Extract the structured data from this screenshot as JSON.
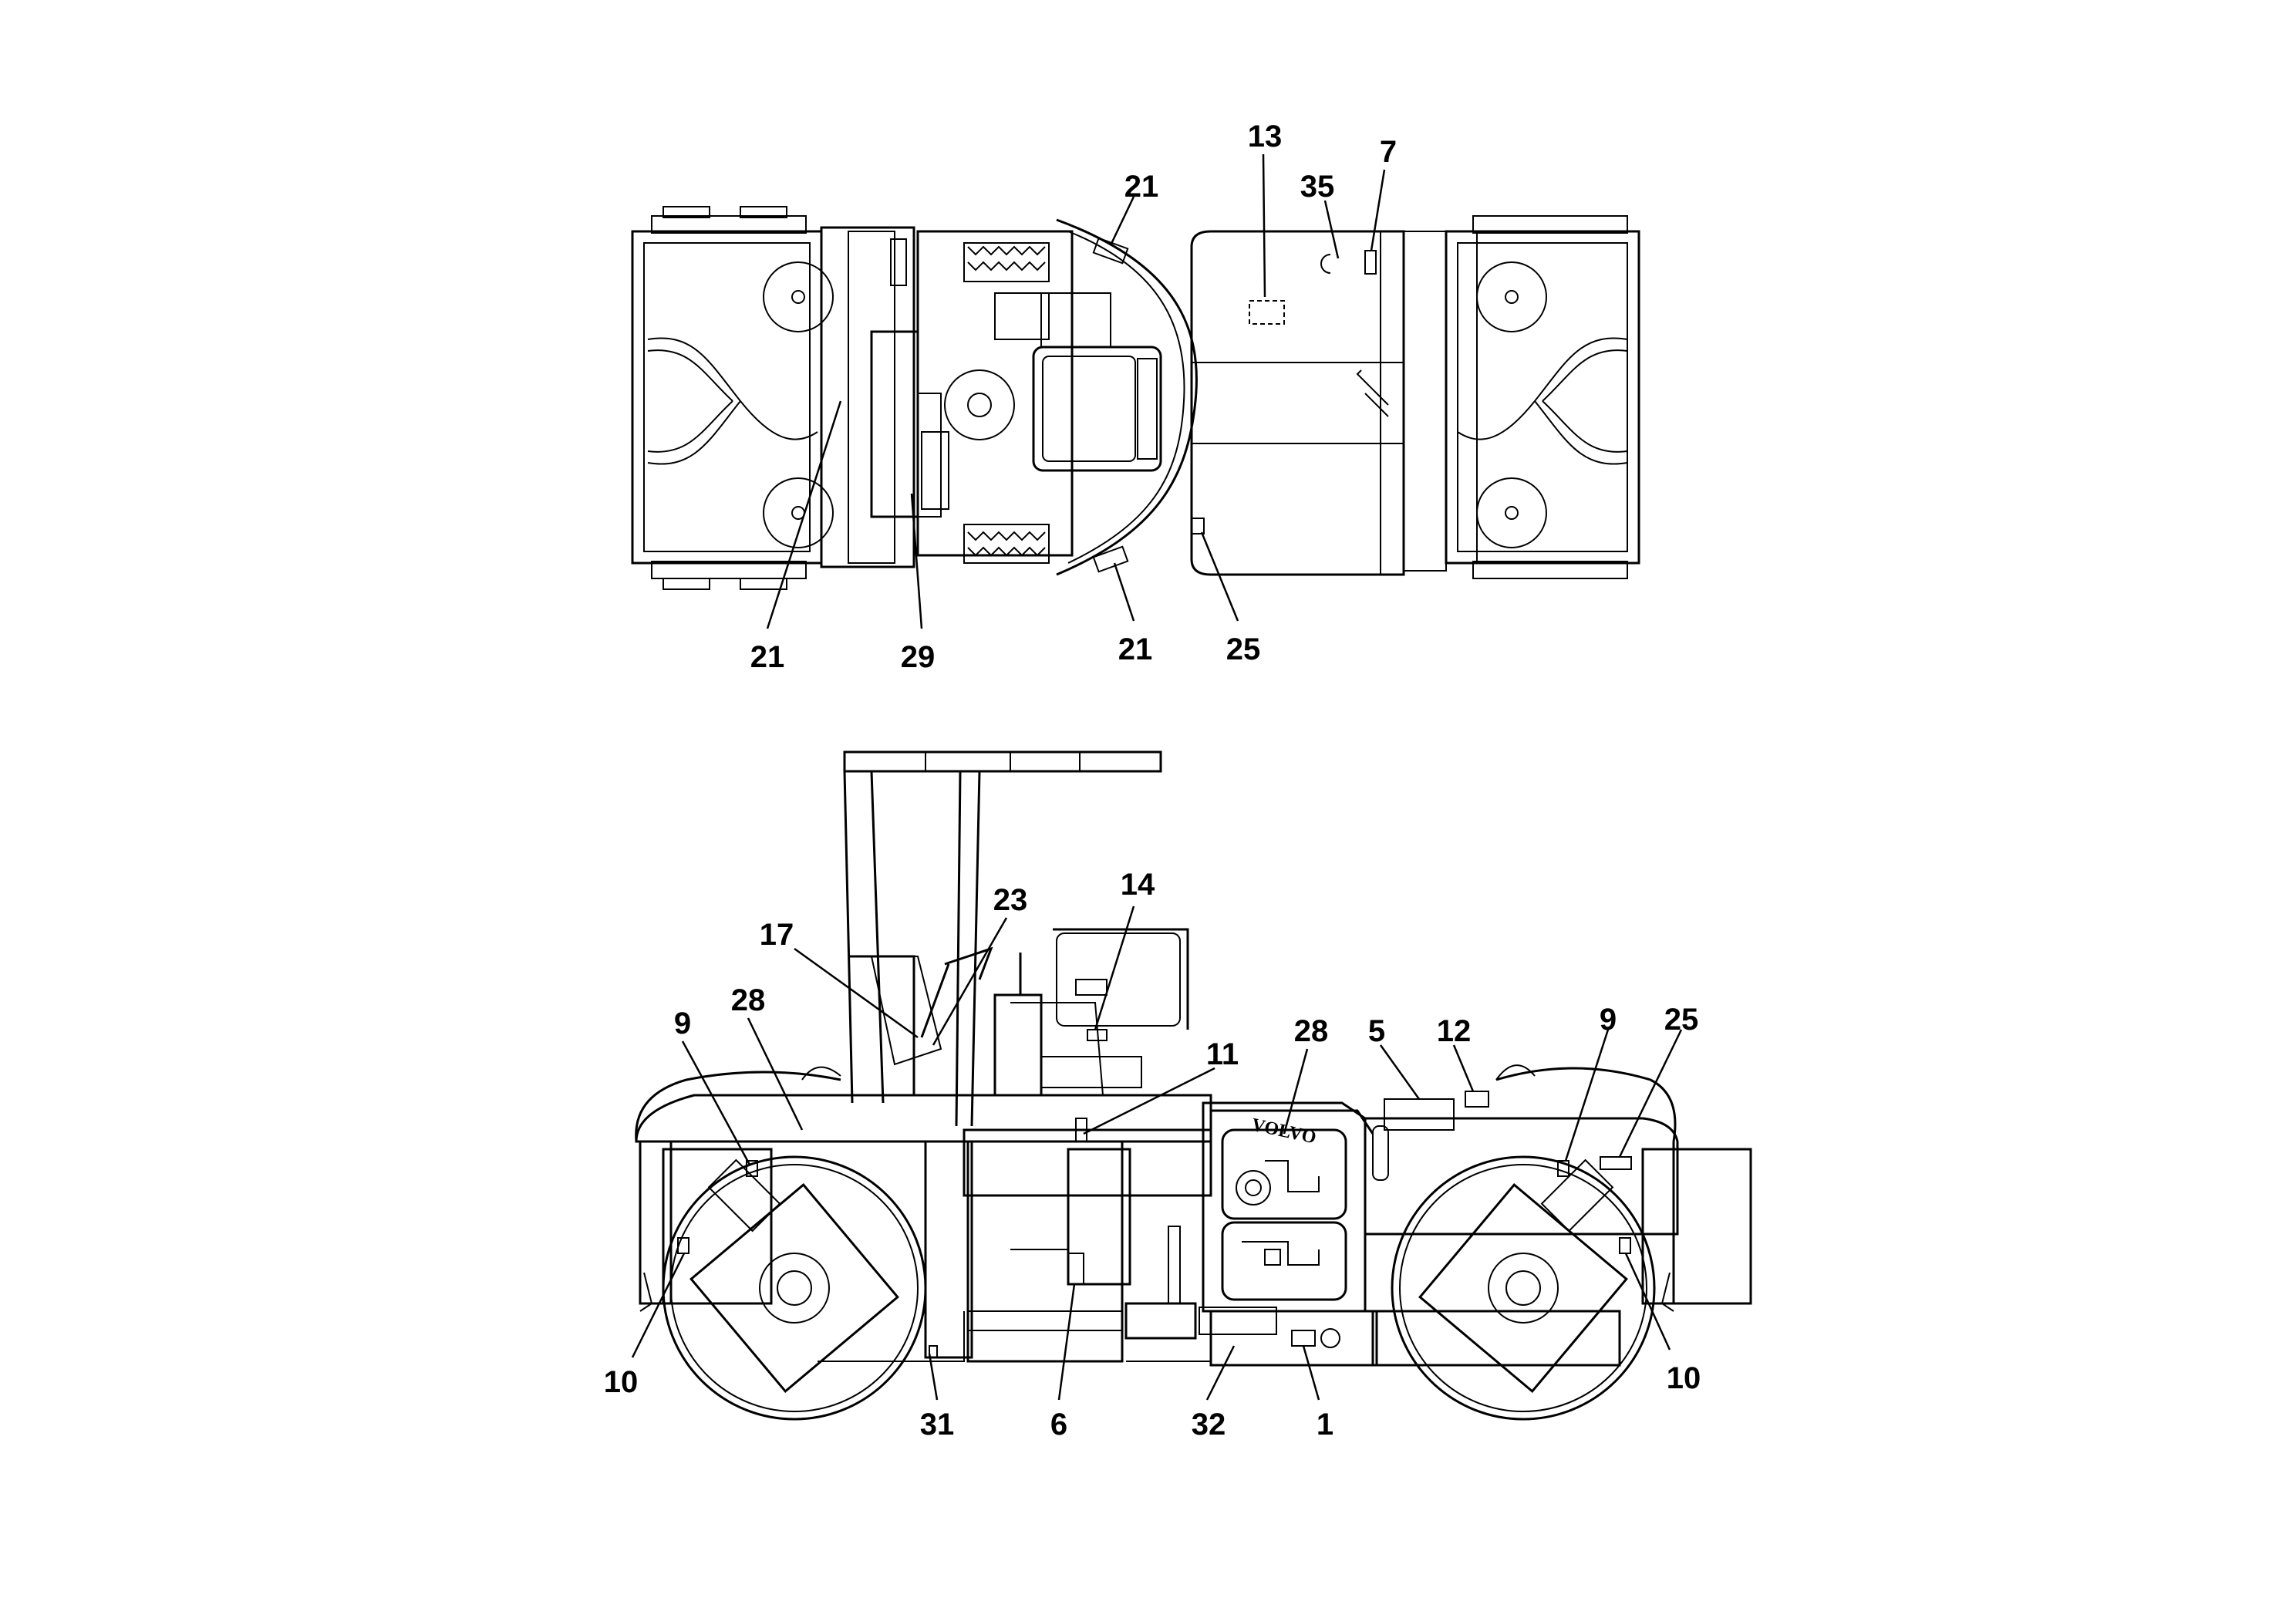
{
  "brand_text": "VOLVO",
  "top_view_callouts": [
    "13",
    "35",
    "7",
    "21",
    "21",
    "29",
    "21",
    "25"
  ],
  "side_view_callouts": [
    "23",
    "14",
    "17",
    "28",
    "9",
    "11",
    "28",
    "5",
    "12",
    "9",
    "25",
    "10",
    "10",
    "31",
    "6",
    "32",
    "1"
  ]
}
